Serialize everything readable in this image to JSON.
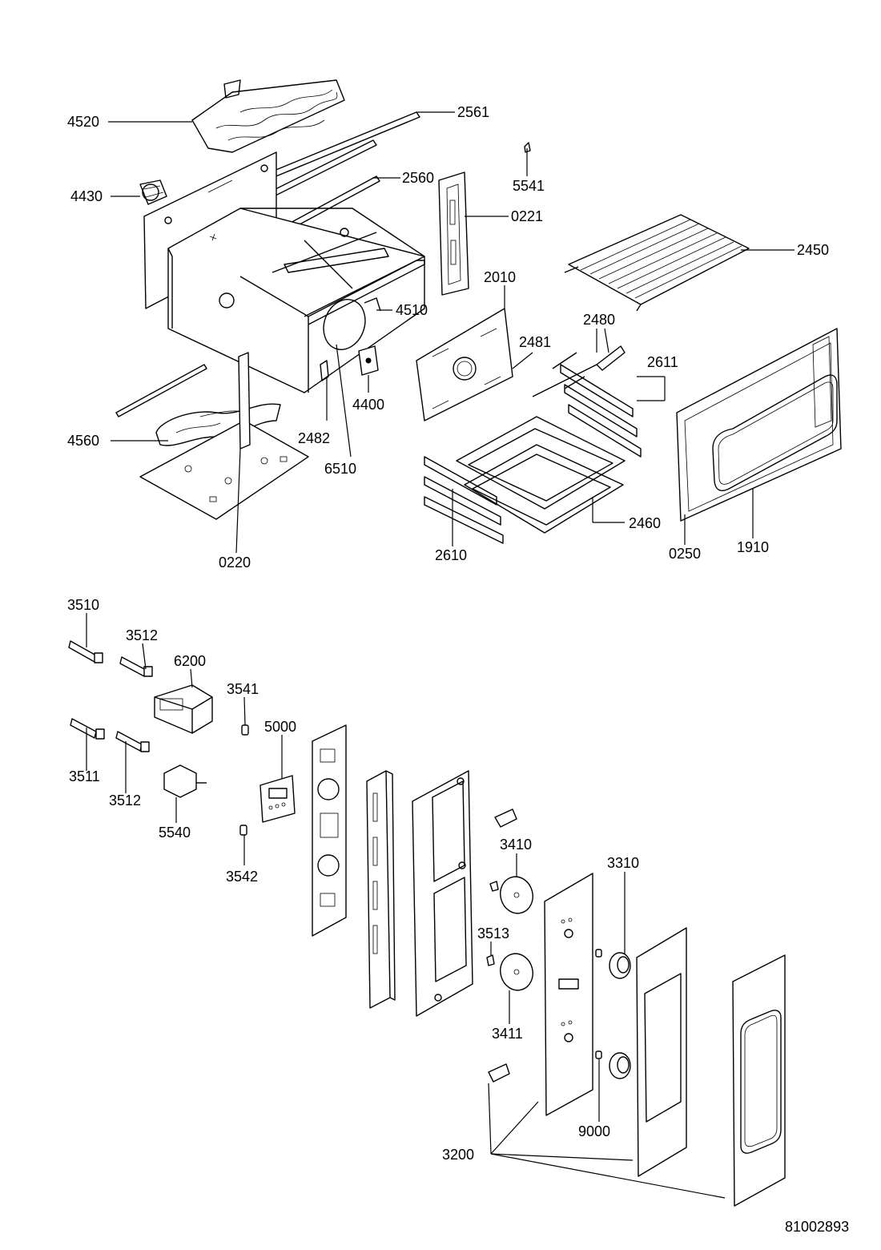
{
  "diagram": {
    "labels": {
      "p4520": "4520",
      "p2561": "2561",
      "p5541": "5541",
      "p4430": "4430",
      "p2560": "2560",
      "p0221": "0221",
      "p2450": "2450",
      "p2010": "2010",
      "p4510": "4510",
      "p2480": "2480",
      "p2481": "2481",
      "p2611": "2611",
      "p4400": "4400",
      "p2482": "2482",
      "p4560": "4560",
      "p6510": "6510",
      "p2460": "2460",
      "p2610": "2610",
      "p0250": "0250",
      "p1910": "1910",
      "p0220": "0220",
      "p3510": "3510",
      "p3512a": "3512",
      "p6200": "6200",
      "p3541": "3541",
      "p5000": "5000",
      "p3511": "3511",
      "p3512b": "3512",
      "p5540": "5540",
      "p3542": "3542",
      "p3410": "3410",
      "p3310": "3310",
      "p3513": "3513",
      "p3411": "3411",
      "p9000": "9000",
      "p3200": "3200"
    },
    "document_number": "81002893"
  }
}
